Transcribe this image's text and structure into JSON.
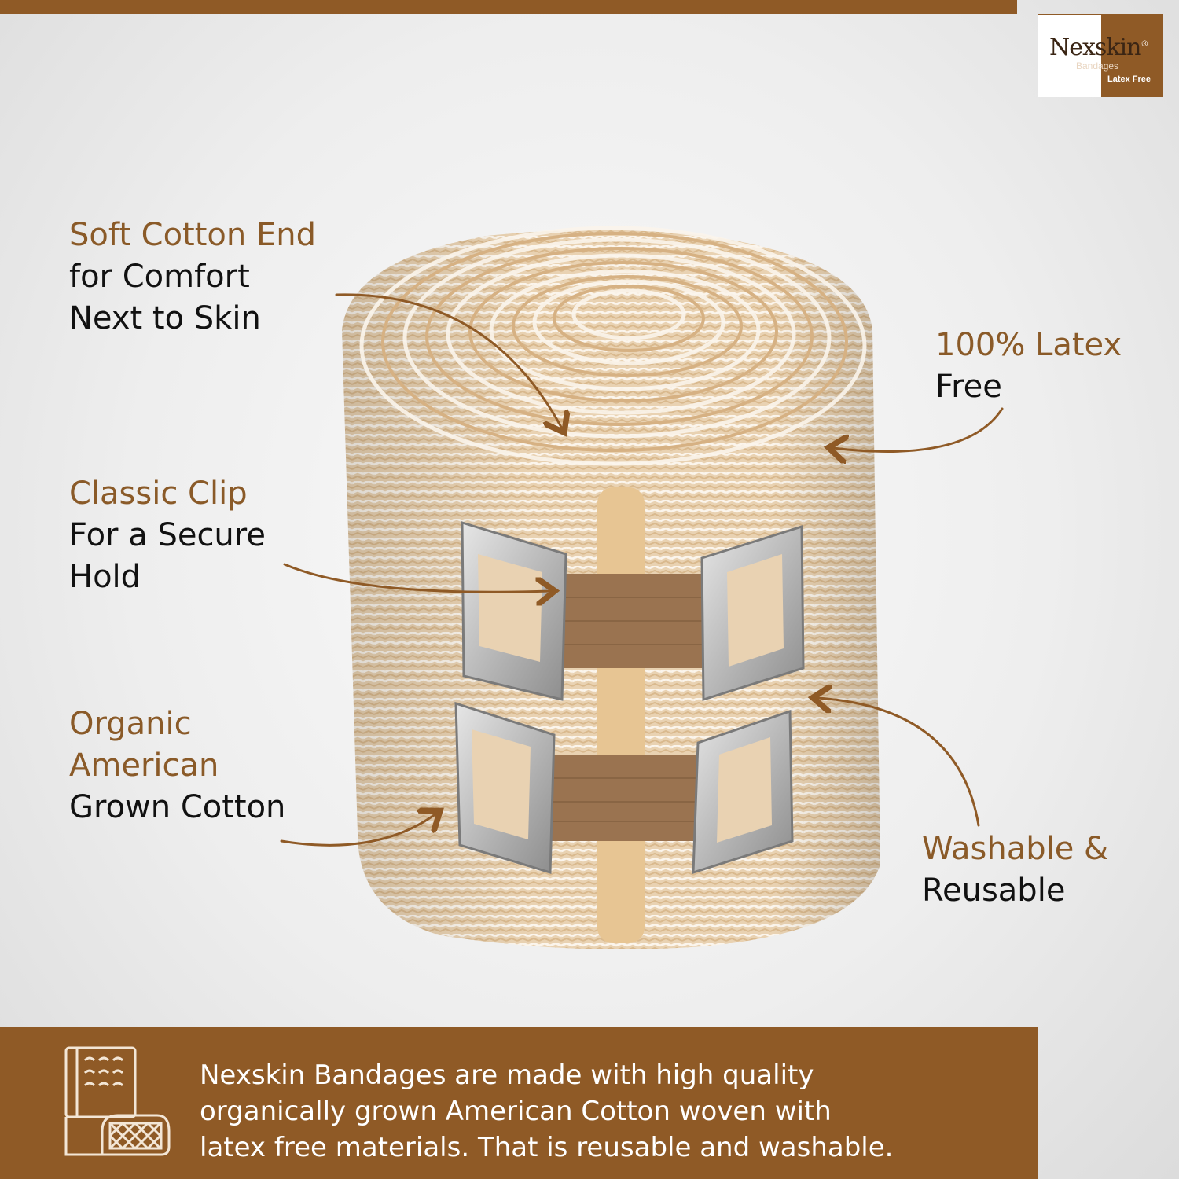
{
  "logo": {
    "brand": "Nexskin",
    "registered": "®",
    "subtitle": "Bandages",
    "tagline": "Latex Free"
  },
  "callouts": [
    {
      "heading": "Soft Cotton End",
      "body": [
        "for Comfort",
        "Next to Skin"
      ]
    },
    {
      "heading": "Classic Clip",
      "body": [
        "For a Secure",
        "Hold"
      ]
    },
    {
      "heading": "Organic",
      "heading2": "American",
      "body": [
        "Grown Cotton"
      ]
    },
    {
      "heading": "100% Latex",
      "body": [
        "Free"
      ]
    },
    {
      "heading": "Washable &",
      "body": [
        "Reusable"
      ]
    }
  ],
  "footer": {
    "lines": [
      "Nexskin Bandages are made with high quality",
      "organically grown American Cotton woven with",
      "latex free materials. That is reusable and washable."
    ],
    "icon": "bandage-fabric-icon"
  },
  "colors": {
    "brand_brown": "#8f5a26",
    "heading_brown": "#8a5a28",
    "text_dark": "#111111"
  }
}
